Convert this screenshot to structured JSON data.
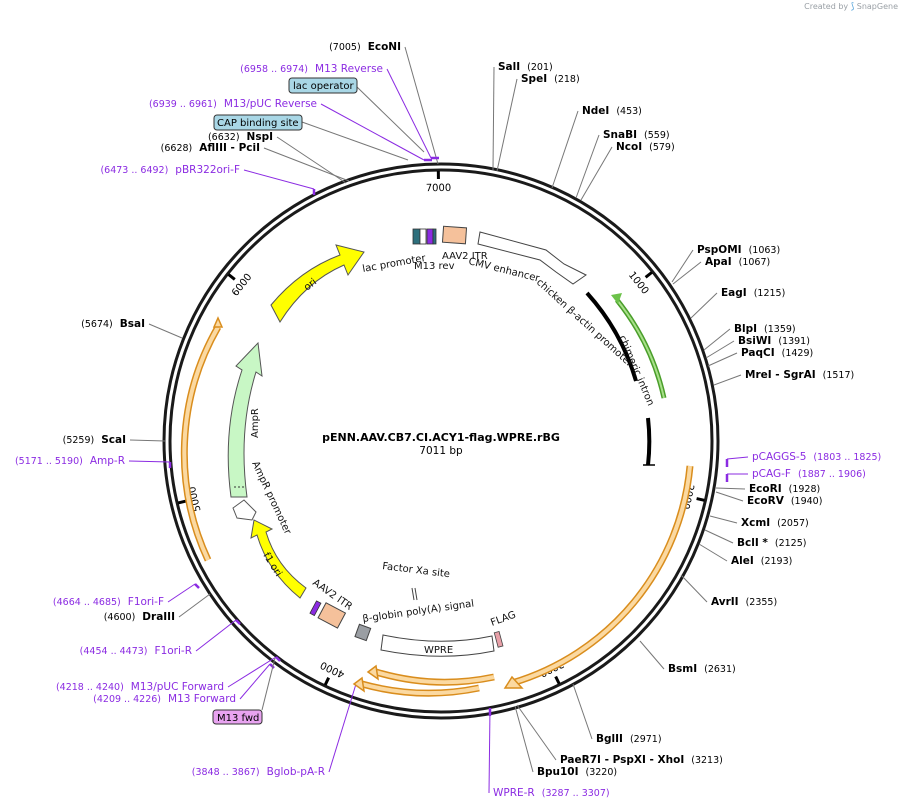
{
  "header": {
    "created_by": "Created by",
    "brand": "SnapGene"
  },
  "plasmid": {
    "name": "pENN.AAV.CB7.CI.ACY1-flag.WPRE.rBG",
    "size_label": "7011 bp",
    "length": 7011
  },
  "ticks": [
    {
      "pos": 1000,
      "label": "1000"
    },
    {
      "pos": 2000,
      "label": "2000"
    },
    {
      "pos": 3000,
      "label": "3000"
    },
    {
      "pos": 4000,
      "label": "4000"
    },
    {
      "pos": 5000,
      "label": "5000"
    },
    {
      "pos": 6000,
      "label": "6000"
    },
    {
      "pos": 7000,
      "label": "7000"
    }
  ],
  "enzymes": [
    {
      "name": "EcoNI",
      "pos_label": "(7005)"
    },
    {
      "name": "SalI",
      "pos_label": "(201)"
    },
    {
      "name": "SpeI",
      "pos_label": "(218)"
    },
    {
      "name": "NdeI",
      "pos_label": "(453)"
    },
    {
      "name": "SnaBI",
      "pos_label": "(559)"
    },
    {
      "name": "NcoI",
      "pos_label": "(579)"
    },
    {
      "name": "PspOMI",
      "pos_label": "(1063)"
    },
    {
      "name": "ApaI",
      "pos_label": "(1067)"
    },
    {
      "name": "EagI",
      "pos_label": "(1215)"
    },
    {
      "name": "BlpI",
      "pos_label": "(1359)"
    },
    {
      "name": "BsiWI",
      "pos_label": "(1391)"
    },
    {
      "name": "PaqCI",
      "pos_label": "(1429)"
    },
    {
      "name": "MreI  - SgrAI",
      "pos_label": "(1517)"
    },
    {
      "name": "EcoRI",
      "pos_label": "(1928)"
    },
    {
      "name": "EcoRV",
      "pos_label": "(1940)"
    },
    {
      "name": "XcmI",
      "pos_label": "(2057)"
    },
    {
      "name": "BclI *",
      "pos_label": "(2125)"
    },
    {
      "name": "AleI",
      "pos_label": "(2193)"
    },
    {
      "name": "AvrII",
      "pos_label": "(2355)"
    },
    {
      "name": "BsmI",
      "pos_label": "(2631)"
    },
    {
      "name": "BglII",
      "pos_label": "(2971)"
    },
    {
      "name": "PaeR7I  - PspXI  - XhoI",
      "pos_label": "(3213)"
    },
    {
      "name": "Bpu10I",
      "pos_label": "(3220)"
    },
    {
      "name": "DraIII",
      "pos_label": "(4600)"
    },
    {
      "name": "ScaI",
      "pos_label": "(5259)"
    },
    {
      "name": "BsaI",
      "pos_label": "(5674)"
    },
    {
      "name": "AflIII  - PciI",
      "pos_label": "(6628)"
    },
    {
      "name": "NspI",
      "pos_label": "(6632)"
    }
  ],
  "primers": [
    {
      "name": "M13 Reverse",
      "pos_label": "(6958 .. 6974)"
    },
    {
      "name": "M13/pUC Reverse",
      "pos_label": "(6939 .. 6961)"
    },
    {
      "name": "pBR322ori-F",
      "pos_label": "(6473 .. 6492)"
    },
    {
      "name": "pCAGGS-5",
      "pos_label": "(1803 .. 1825)"
    },
    {
      "name": "pCAG-F",
      "pos_label": "(1887 .. 1906)"
    },
    {
      "name": "Amp-R",
      "pos_label": "(5171 .. 5190)"
    },
    {
      "name": "F1ori-F",
      "pos_label": "(4664 .. 4685)"
    },
    {
      "name": "F1ori-R",
      "pos_label": "(4454 .. 4473)"
    },
    {
      "name": "M13/pUC Forward",
      "pos_label": "(4218 .. 4240)"
    },
    {
      "name": "M13 Forward",
      "pos_label": "(4209 .. 4226)"
    },
    {
      "name": "Bglob-pA-R",
      "pos_label": "(3848 .. 3867)"
    },
    {
      "name": "WPRE-R",
      "pos_label": "(3287 .. 3307)"
    }
  ],
  "boxed_labels": [
    {
      "label": "lac operator",
      "color": "#a9d7e6"
    },
    {
      "label": "CAP binding site",
      "color": "#a9d7e6"
    },
    {
      "label": "M13 fwd",
      "color": "#e8a3f0"
    }
  ],
  "features": [
    {
      "label": "lac promoter",
      "color": "#2d6f7c"
    },
    {
      "label": "M13 rev",
      "color": "#8b2be2"
    },
    {
      "label": "AAV2 ITR",
      "color": "#f5c19b"
    },
    {
      "label": "CMV enhancer",
      "color": "#ffffff"
    },
    {
      "label": "chicken β-actin promoter",
      "color": "#ffffff"
    },
    {
      "label": "chimeric intron",
      "color": "#000000"
    },
    {
      "label": "FLAG",
      "color": "#e8a0a8"
    },
    {
      "label": "WPRE",
      "color": "#ffffff"
    },
    {
      "label": "β-globin poly(A) signal",
      "color": "#9a9ea3"
    },
    {
      "label": "Factor Xa site",
      "color": "#ffffff"
    },
    {
      "label": "AAV2 ITR",
      "color": "#f5c19b"
    },
    {
      "label": "f1 ori",
      "color": "#ffff00"
    },
    {
      "label": "AmpR promoter",
      "color": "#ffffff"
    },
    {
      "label": "AmpR",
      "color": "#c8f7c5"
    },
    {
      "label": "ori",
      "color": "#ffff00"
    }
  ],
  "colors": {
    "backbone": "#1a1a1a",
    "enzyme_line": "#777777",
    "primer": "#8b2be2",
    "orf_fill": "#fbd9a1",
    "orf_stroke": "#d98d1d",
    "intron_green": "#6cc24a"
  }
}
